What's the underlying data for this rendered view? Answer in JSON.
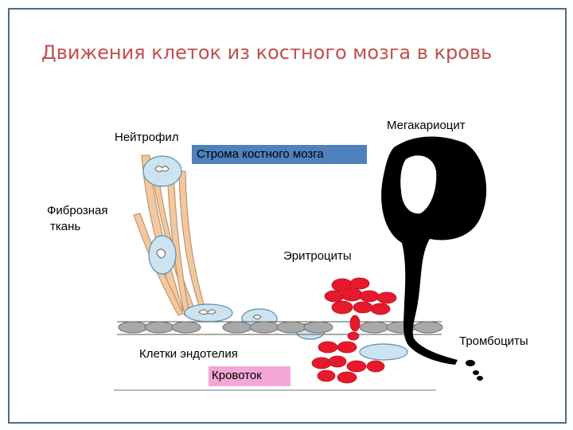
{
  "title": "Движения клеток из костного мозга в кровь",
  "labels": {
    "neutrophil": "Нейтрофил",
    "stroma": "Строма костного мозга",
    "megakaryocyte": "Мегакариоцит",
    "fibrous_line1": "Фиброзная",
    "fibrous_line2": "ткань",
    "erythrocytes": "Эритроциты",
    "endothelium": "Клетки эндотелия",
    "platelets": "Тромбоциты",
    "bloodstream": "Кровоток"
  },
  "colors": {
    "title": "#c0504d",
    "frame": "#4a6e86",
    "stroma_box": "#4f81bd",
    "bloodstream_box": "#f4a6d6",
    "erythrocyte": "#e8192c",
    "white_cell": "#cde3f0",
    "fiber": "#f2c8a0",
    "endothelial_cell": "#a9a9a9",
    "megakaryocyte": "#000000"
  }
}
